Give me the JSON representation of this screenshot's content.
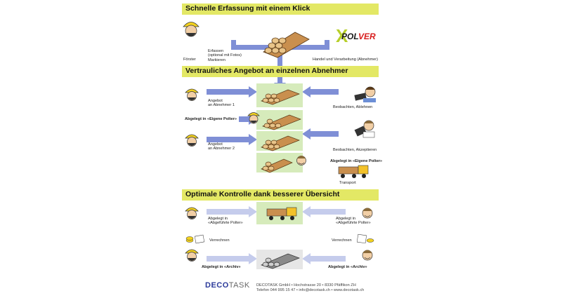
{
  "sections": {
    "s1": "Schnelle Erfassung mit einem Klick",
    "s2": "Vertrauliches Angebot an einzelnen Abnehmer",
    "s3": "Optimale Kontrolle dank besserer Übersicht"
  },
  "logo": {
    "x": "X",
    "pol": "POL",
    "ver": "VER",
    "colors": {
      "green": "#b7cf2a",
      "red": "#d81e1e",
      "dark": "#1a1a1a"
    }
  },
  "labels": {
    "foerster": "Förster",
    "erfassen": [
      "Erfassen",
      "(optional mit Fotos)",
      "Markieren"
    ],
    "handel": "Handel und Verarbeitung (Abnehmer)",
    "angebot1": [
      "Angebot",
      "an Abnehmer 1"
    ],
    "beobachten_ablehnen": "Beobachten, Ablehnen",
    "abgelegt_eigene_left": "Abgelegt in «Eigene Polter»",
    "angebot2": [
      "Angebot",
      "an Abnehmer 2"
    ],
    "beobachten_akzeptieren": "Beobachten, Akzeptieren",
    "abgelegt_eigene_right": "Abgelegt in «Eigene Polter»",
    "transport": "Transport",
    "abgefuehrte_left": [
      "Abgelegt in",
      "«Abgeführte Polter»"
    ],
    "abgefuehrte_right": "«Abgeführte Polter»",
    "abgelegt_in_right": "Abgelegt in",
    "verrechnen_left": "Verrechnen",
    "verrechnen_right": "Verrechnen",
    "archiv_left": "Abgelegt in «Archiv»",
    "archiv_right": "Abgelegt in «Archiv»"
  },
  "footer": {
    "brand_deco": "DECO",
    "brand_task": "TASK",
    "line1": "DECOTASK GmbH  •  Hochstrasse 20  •  8330 Pfäffikon ZH",
    "line2": "Telefon 044 995 15 47  •  info@decotask.ch  •  www.decotask.ch"
  },
  "colors": {
    "section_bar": "#e3e865",
    "arrow": "#7f8fd6",
    "arrow_faded": "#c3cbed",
    "panel": "#d6ebbb",
    "wood": "#c98f4e"
  }
}
